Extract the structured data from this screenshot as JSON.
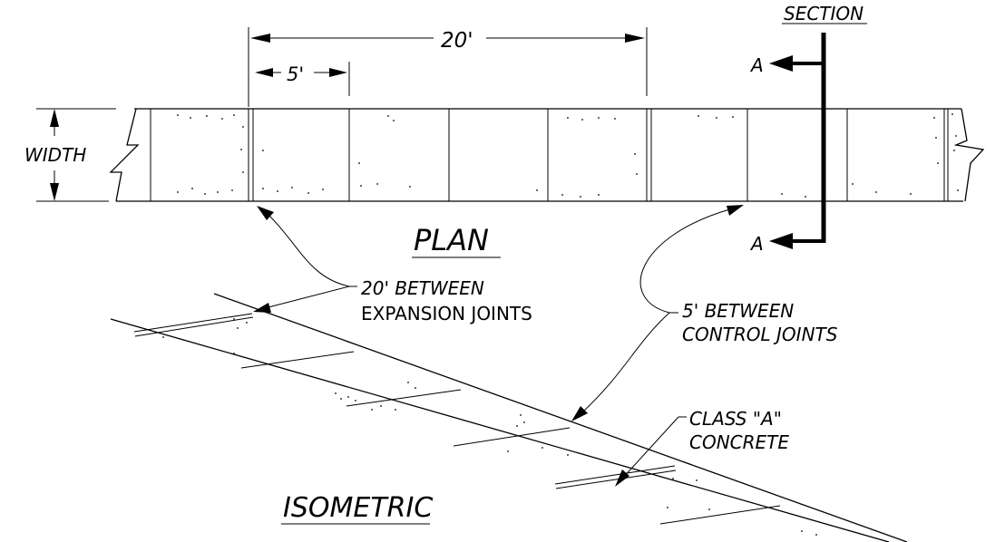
{
  "labels": {
    "section": "SECTION",
    "section_marker_top": "A",
    "section_marker_bottom": "A",
    "dim_total": "20'",
    "dim_panel": "5'",
    "width": "WIDTH",
    "plan": "PLAN",
    "isometric": "ISOMETRIC",
    "expansion_line1": "20' BETWEEN",
    "expansion_line2": "EXPANSION JOINTS",
    "control_line1": "5' BETWEEN",
    "control_line2": "CONTROL JOINTS",
    "concrete_line1": "CLASS \"A\"",
    "concrete_line2": "CONCRETE"
  },
  "colors": {
    "ink": "#000000",
    "paper": "#ffffff"
  }
}
